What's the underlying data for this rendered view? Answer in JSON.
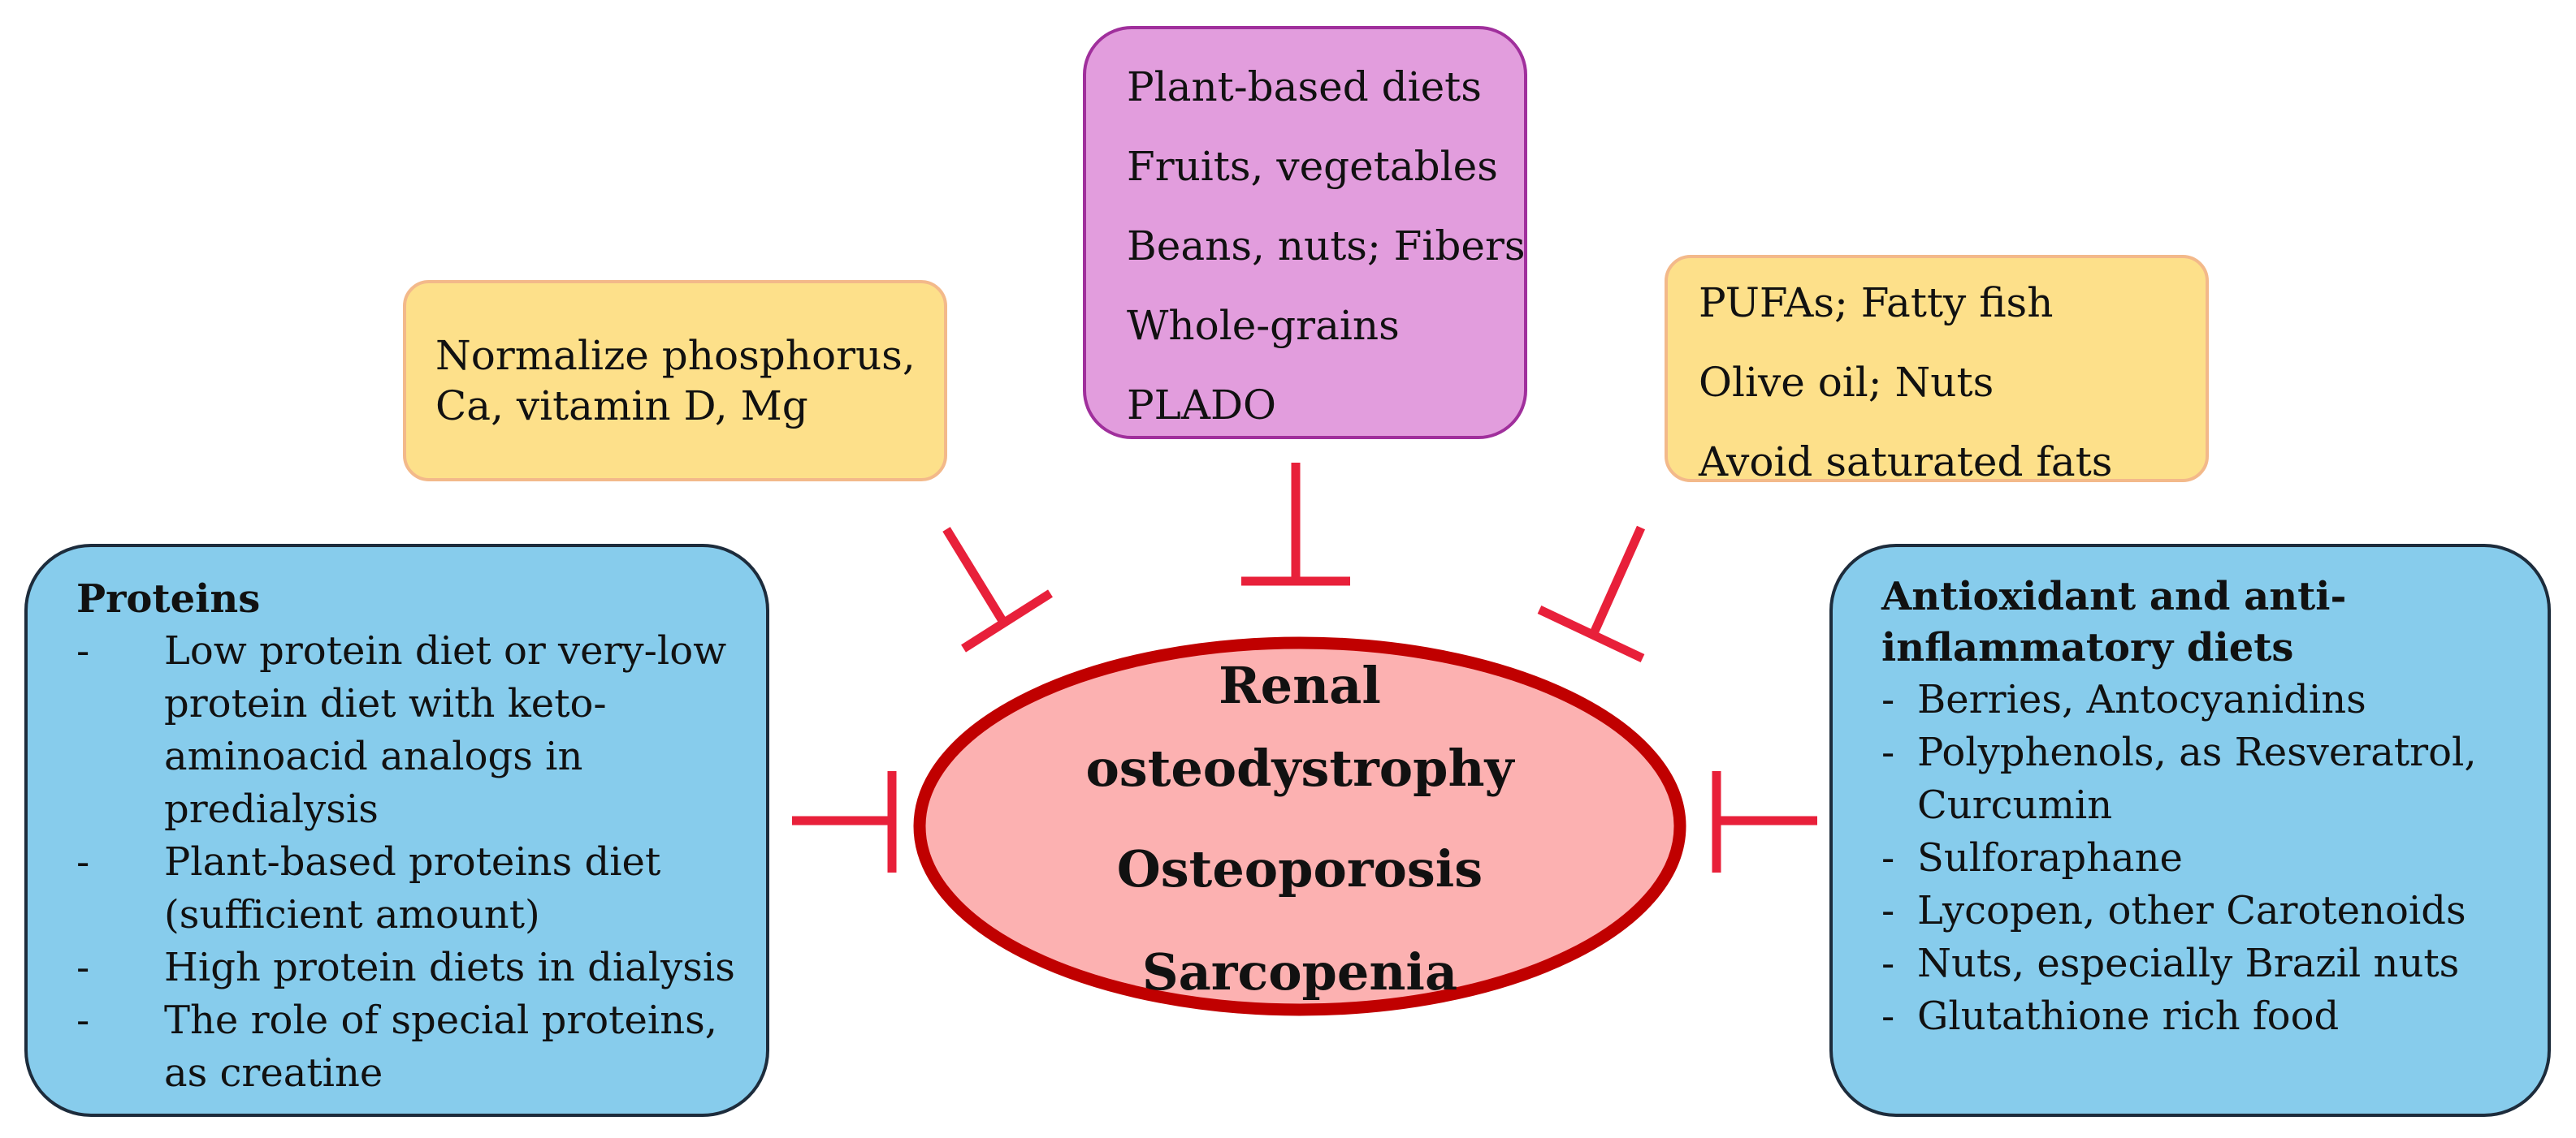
{
  "center": {
    "lines": [
      "Renal",
      "osteodystrophy",
      "Osteoporosis",
      "Sarcopenia"
    ],
    "fill": "#fcb1b1",
    "stroke": "#c00000"
  },
  "top_box": {
    "lines": [
      "Plant-based diets",
      "Fruits, vegetables",
      "Beans, nuts; Fibers",
      "Whole-grains",
      "PLADO"
    ],
    "fill": "#e29ddd",
    "border": "#a02f9c"
  },
  "left_small_box": {
    "lines": [
      "Normalize phosphorus,",
      "Ca, vitamin D, Mg"
    ],
    "fill": "#fde08a",
    "border": "#f3b98a"
  },
  "right_small_box": {
    "lines": [
      "PUFAs; Fatty fish",
      "Olive oil; Nuts",
      "Avoid saturated fats"
    ],
    "fill": "#fde08a",
    "border": "#f3b98a"
  },
  "left_big_box": {
    "title": "Proteins",
    "items": [
      [
        "Low protein diet  or very-low",
        "protein diet with keto-",
        "aminoacid analogs in",
        "predialysis"
      ],
      [
        "Plant-based proteins diet",
        "(sufficient amount)"
      ],
      [
        "High protein diets in dialysis"
      ],
      [
        "The role of special proteins,",
        "as creatine"
      ]
    ],
    "fill": "#87ccec",
    "border": "#1d2c3c"
  },
  "right_big_box": {
    "title": [
      "Antioxidant and anti-",
      "inflammatory diets"
    ],
    "items": [
      [
        "Berries, Antocyanidins"
      ],
      [
        "Polyphenols, as Resveratrol,",
        "Curcumin"
      ],
      [
        "Sulforaphane"
      ],
      [
        "Lycopen, other Carotenoids"
      ],
      [
        "Nuts, especially Brazil nuts"
      ],
      [
        "Glutathione rich food"
      ]
    ],
    "fill": "#87ccec",
    "border": "#1d2c3c"
  },
  "bullet": "-",
  "inhibitor_color": "#e8203a"
}
